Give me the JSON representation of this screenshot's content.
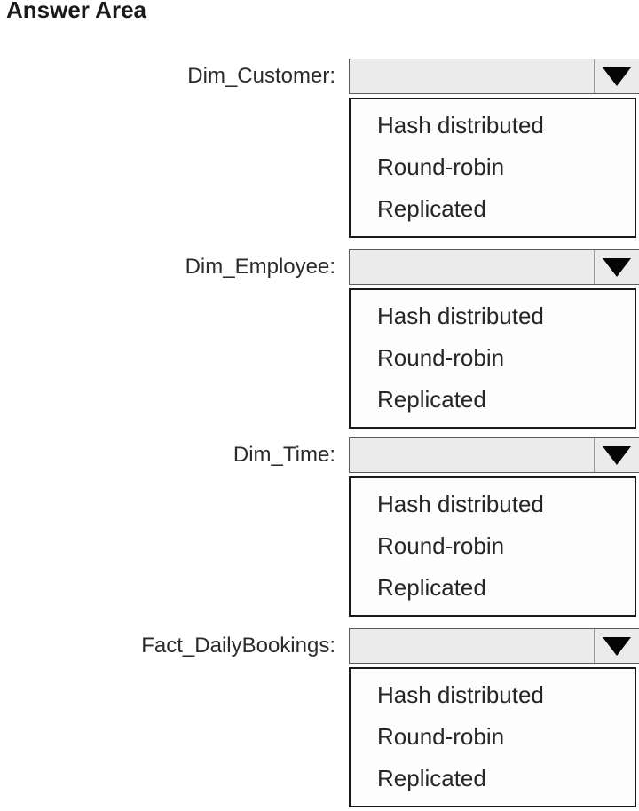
{
  "title": "Answer Area",
  "colors": {
    "select_fill": "#ebebeb",
    "select_border": "#5c5c5c",
    "options_border": "#1a1a1a",
    "arrow": "#050505",
    "text": "#262626"
  },
  "sections": [
    {
      "label": "Dim_Customer:",
      "value": "",
      "options": [
        "Hash distributed",
        "Round-robin",
        "Replicated"
      ]
    },
    {
      "label": "Dim_Employee:",
      "value": "",
      "options": [
        "Hash distributed",
        "Round-robin",
        "Replicated"
      ]
    },
    {
      "label": "Dim_Time:",
      "value": "",
      "options": [
        "Hash distributed",
        "Round-robin",
        "Replicated"
      ]
    },
    {
      "label": "Fact_DailyBookings:",
      "value": "",
      "options": [
        "Hash distributed",
        "Round-robin",
        "Replicated"
      ]
    }
  ]
}
